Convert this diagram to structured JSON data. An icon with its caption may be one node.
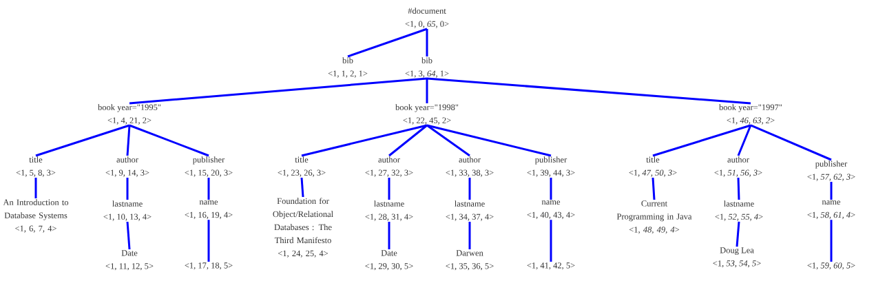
{
  "diagram": {
    "nodes": [
      {
        "text": [
          "#document",
          "<1, 0, *65*, 0>"
        ]
      },
      {
        "text": [
          "bib",
          "<1, 1, 2, 1>"
        ]
      },
      {
        "text": [
          "bib",
          "<1, 3, *64*, 1>"
        ]
      },
      {
        "text": [
          "book year=\"1995\"",
          "<1, 4, 21, 2>"
        ]
      },
      {
        "text": [
          "book year=\"1998\"",
          "<1, 22, 45, 2>"
        ]
      },
      {
        "text": [
          "book year=\"1997\"",
          "<1, *46, 63, 2*>"
        ]
      },
      {
        "text": [
          "title",
          "<1, 5, 8, 3>"
        ]
      },
      {
        "text": [
          "author",
          "<1, 9, 14, 3>"
        ]
      },
      {
        "text": [
          "publisher",
          "<1, 15, 20, 3>"
        ]
      },
      {
        "text": [
          "An Introduction to Database Systems",
          "<1, 6, 7, 4>"
        ]
      },
      {
        "text": [
          "lastname",
          "<1, 10, 13, 4>"
        ]
      },
      {
        "text": [
          "name",
          "<1, 16, 19, 4>"
        ]
      },
      {
        "text": [
          "Date",
          "<1, 11, 12, 5>"
        ]
      },
      {
        "text": [
          "<1, 17, 18, 5>"
        ]
      },
      {
        "text": [
          "title",
          "<1, 23, 26, 3>"
        ]
      },
      {
        "text": [
          "author",
          "<1, 27, 32, 3>"
        ]
      },
      {
        "text": [
          "author",
          "<1, 33, 38, 3>"
        ]
      },
      {
        "text": [
          "publisher",
          "<1, 39, 44, 3>"
        ]
      },
      {
        "text": [
          "Foundation for Object/Relational Databases : The Third Manifesto",
          "<1, 24, 25, 4>"
        ]
      },
      {
        "text": [
          "lastname",
          "<1, 28, 31, 4>"
        ]
      },
      {
        "text": [
          "lastname",
          "<1, 34, 37, 4>"
        ]
      },
      {
        "text": [
          "name",
          "<1, 40, 43, 4>"
        ]
      },
      {
        "text": [
          "Date",
          "<1, 29, 30, 5>"
        ]
      },
      {
        "text": [
          "Darwen",
          "<1, 35, 36, 5>"
        ]
      },
      {
        "text": [
          "<1, 41, 42, 5>"
        ]
      },
      {
        "text": [
          "title",
          "<1, *47, 50, 3*>"
        ]
      },
      {
        "text": [
          "author",
          "<1, *51, 56, 3*>"
        ]
      },
      {
        "text": [
          "publisher",
          "<1, *57, 62, 3*>"
        ]
      },
      {
        "text": [
          "Current Programming in Java",
          "<1, *48, 49, 4*>"
        ]
      },
      {
        "text": [
          "lastname",
          "<1, *52, 55, 4*>"
        ]
      },
      {
        "text": [
          "name",
          "<1, *58, 61, 4*>"
        ]
      },
      {
        "text": [
          "Doug Lea",
          "<1, *53, 54, 5*>"
        ]
      },
      {
        "text": [
          "<1, *59, 60, 5*>"
        ]
      }
    ],
    "edges": [
      {
        "from": 0,
        "to": 1,
        "arrow": "none"
      },
      {
        "from": 0,
        "to": 2,
        "arrow": "none"
      },
      {
        "from": 2,
        "to": 3,
        "arrow": "none"
      },
      {
        "from": 2,
        "to": 4,
        "arrow": "none"
      },
      {
        "from": 2,
        "to": 5,
        "arrow": "none"
      },
      {
        "from": 3,
        "to": 6,
        "arrow": "none"
      },
      {
        "from": 3,
        "to": 7,
        "arrow": "none"
      },
      {
        "from": 3,
        "to": 8,
        "arrow": "none"
      },
      {
        "from": 6,
        "to": 9,
        "arrow": "none"
      },
      {
        "from": 7,
        "to": 10,
        "arrow": "none"
      },
      {
        "from": 8,
        "to": 11,
        "arrow": "none"
      },
      {
        "from": 10,
        "to": 12,
        "arrow": "none"
      },
      {
        "from": 11,
        "to": 13,
        "arrow": "none"
      },
      {
        "from": 4,
        "to": 14,
        "arrow": "none"
      },
      {
        "from": 4,
        "to": 15,
        "arrow": "none"
      },
      {
        "from": 4,
        "to": 16,
        "arrow": "none"
      },
      {
        "from": 4,
        "to": 17,
        "arrow": "none"
      },
      {
        "from": 14,
        "to": 18,
        "arrow": "none"
      },
      {
        "from": 15,
        "to": 19,
        "arrow": "none"
      },
      {
        "from": 16,
        "to": 20,
        "arrow": "none"
      },
      {
        "from": 17,
        "to": 21,
        "arrow": "none"
      },
      {
        "from": 19,
        "to": 22,
        "arrow": "none"
      },
      {
        "from": 20,
        "to": 23,
        "arrow": "none"
      },
      {
        "from": 21,
        "to": 24,
        "arrow": "none"
      },
      {
        "from": 5,
        "to": 25,
        "arrow": "none"
      },
      {
        "from": 5,
        "to": 26,
        "arrow": "none"
      },
      {
        "from": 5,
        "to": 27,
        "arrow": "none"
      },
      {
        "from": 25,
        "to": 28,
        "arrow": "none"
      },
      {
        "from": 26,
        "to": 29,
        "arrow": "none"
      },
      {
        "from": 27,
        "to": 30,
        "arrow": "none"
      },
      {
        "from": 29,
        "to": 31,
        "arrow": "none"
      },
      {
        "from": 30,
        "to": 32,
        "arrow": "none"
      }
    ]
  }
}
